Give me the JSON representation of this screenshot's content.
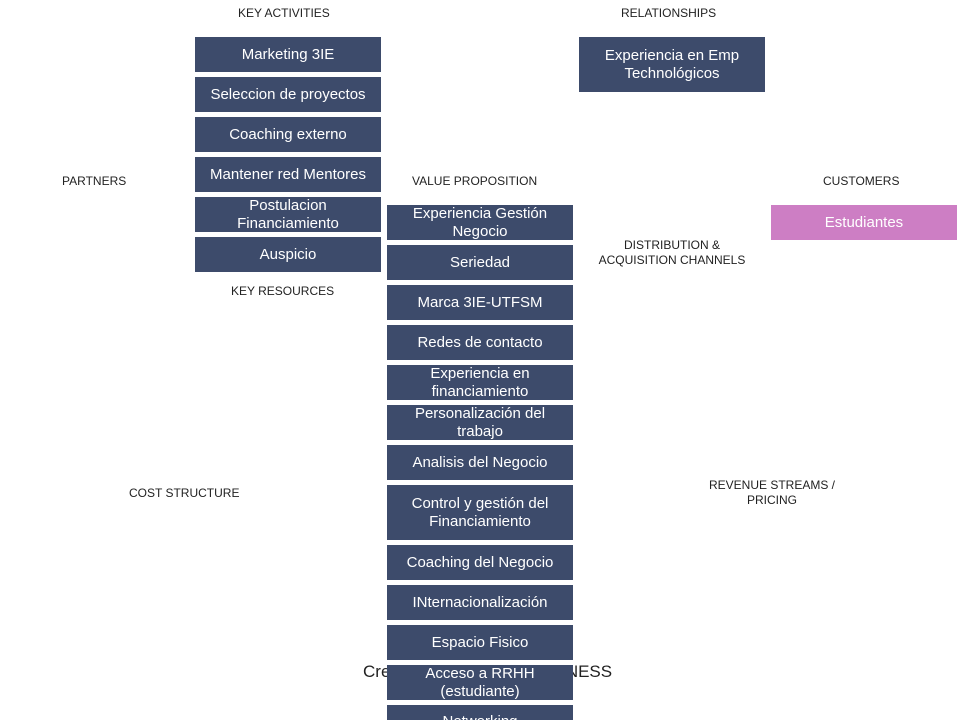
{
  "labels": {
    "key_activities": "KEY ACTIVITIES",
    "relationships": "RELATIONSHIPS",
    "partners": "PARTNERS",
    "value_proposition": "VALUE PROPOSITION",
    "customers": "CUSTOMERS",
    "distribution": "DISTRIBUTION  &\nACQUISITION  CHANNELS",
    "key_resources": "KEY RESOURCES",
    "cost_structure": "COST  STRUCTURE",
    "revenue_streams": "REVENUE STREAMS /\nPRICING"
  },
  "key_activities": [
    "Marketing 3IE",
    "Seleccion de proyectos",
    "Coaching externo",
    "Mantener red Mentores",
    "Postulacion Financiamiento",
    "Auspicio"
  ],
  "relationships": [
    "Experiencia en Emp Technológicos"
  ],
  "customers": [
    "Estudiantes"
  ],
  "value_proposition": [
    "Experiencia Gestión Negocio",
    "Seriedad",
    "Marca 3IE-UTFSM",
    "Redes de contacto",
    "Experiencia en financiamiento",
    "Personalización del trabajo",
    "Analisis del Negocio",
    "Control y gestión del Financiamiento",
    "Coaching del Negocio",
    "INternacionalización",
    "Espacio Fisico",
    "Acceso a RRHH (estudiante)",
    "Networking"
  ],
  "footer": "Created by: BANDTOBUSINESS"
}
